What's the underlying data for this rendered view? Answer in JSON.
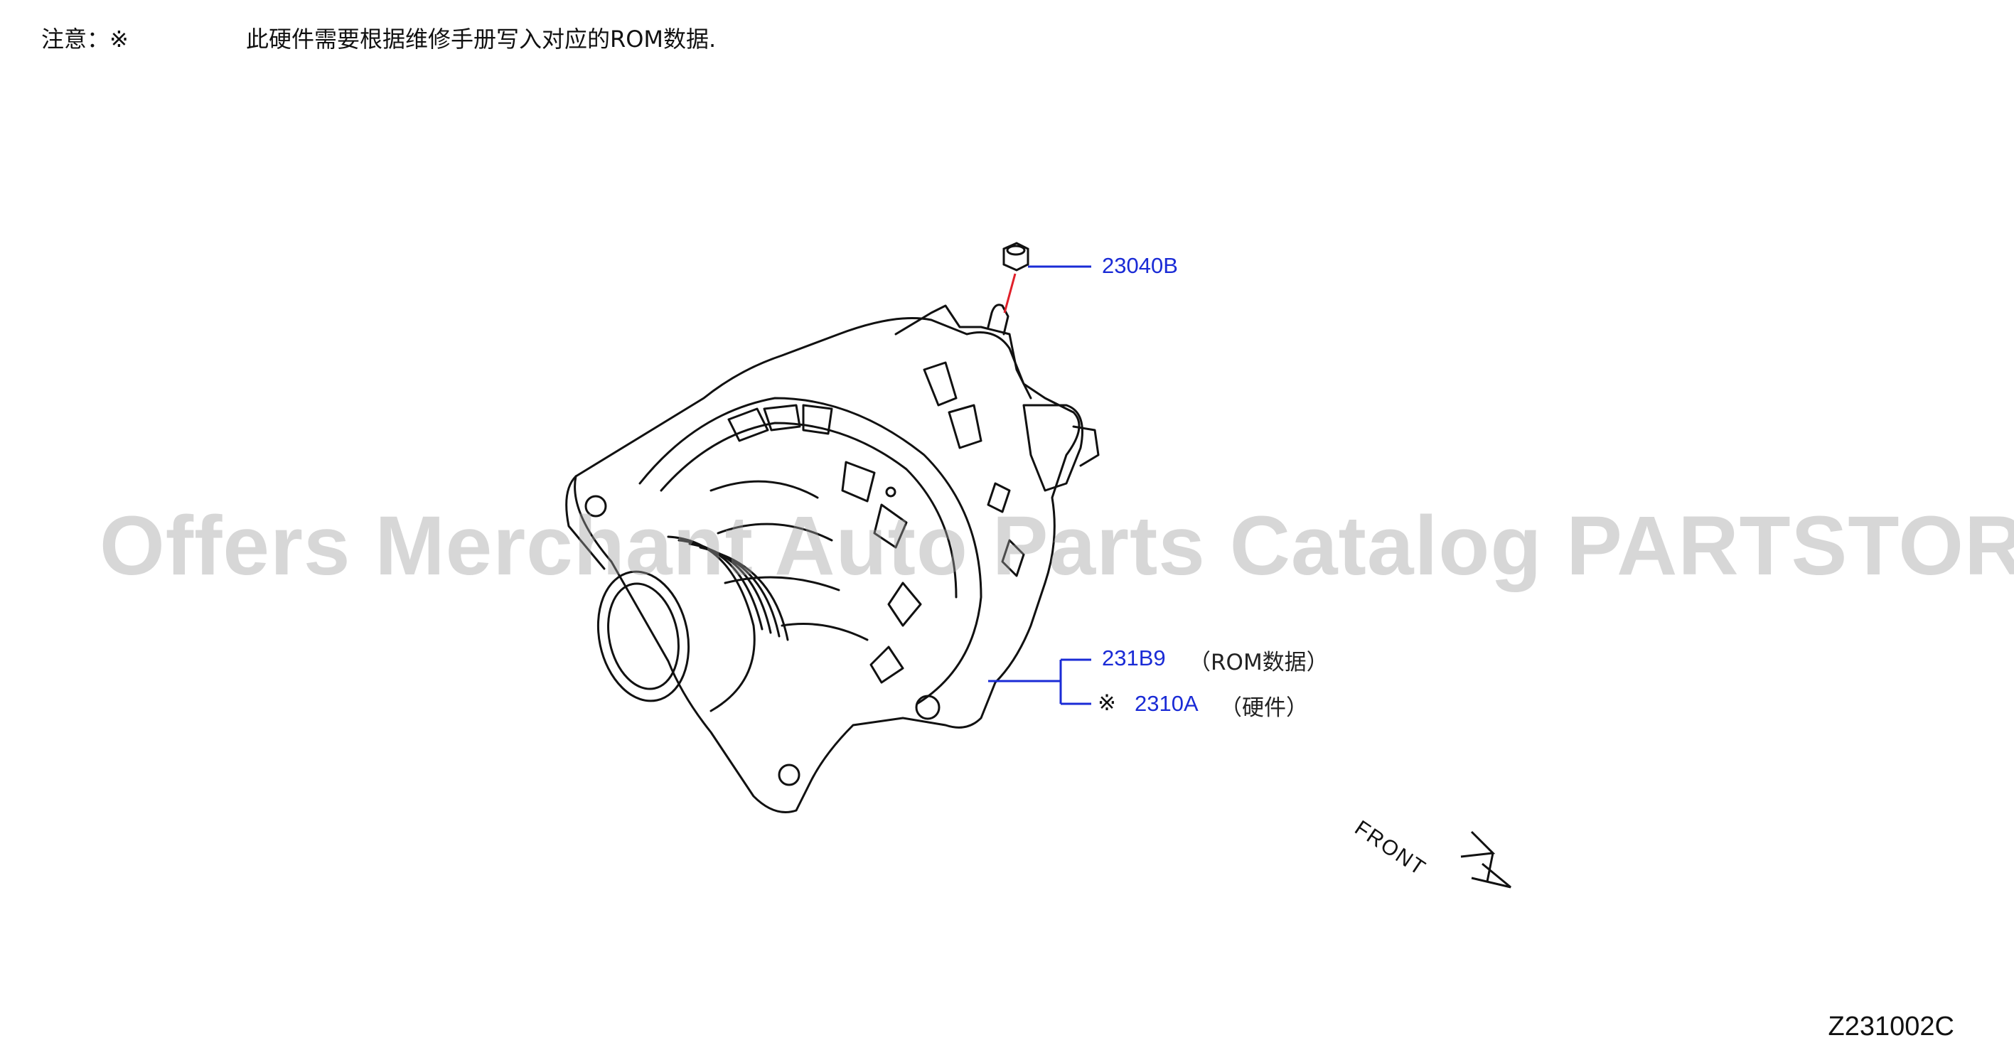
{
  "note": {
    "label": "注意：※",
    "text": "此硬件需要根据维修手册写入对应的ROM数据."
  },
  "callouts": [
    {
      "part_no": "23040B",
      "desc": ""
    },
    {
      "part_no": "231B9",
      "desc": "（ROM数据）"
    },
    {
      "part_no": "2310A",
      "desc": "（硬件）",
      "mark": "※"
    }
  ],
  "front_label": "FRONT",
  "watermark": "Offers Merchant Auto Parts Catalog PARTSTORE.SA",
  "diagram_code": "Z231002C",
  "colors": {
    "callout_text": "#1a2bd6",
    "leader_line": "#1a2bd6",
    "stud_line": "#e0202a",
    "drawing": "#111111"
  }
}
